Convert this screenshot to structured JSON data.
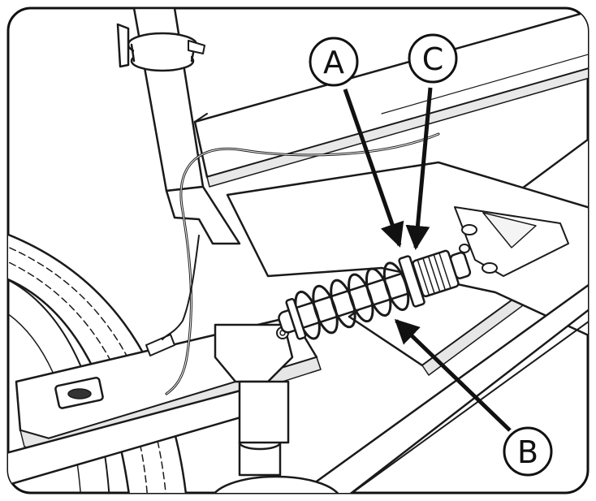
{
  "callouts": {
    "a": {
      "label": "A"
    },
    "b": {
      "label": "B"
    },
    "c": {
      "label": "C"
    }
  },
  "colors": {
    "ink": "#1a1a1a",
    "frame_fill": "#ffffff",
    "shadow": "#e6e6e6",
    "background": "#ffffff"
  }
}
